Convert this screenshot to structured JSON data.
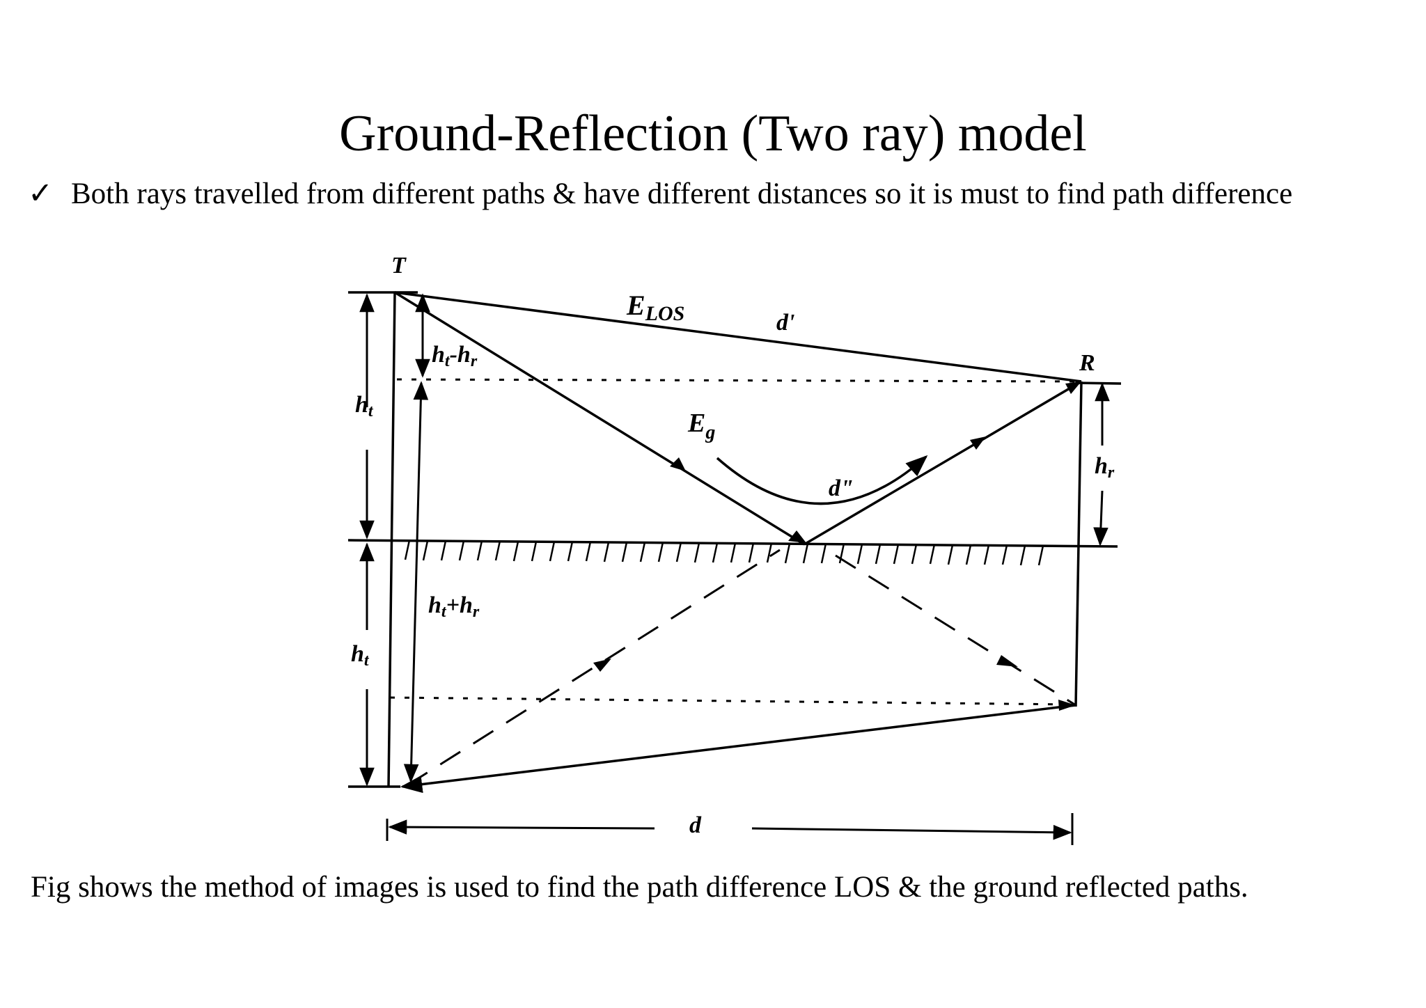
{
  "slide": {
    "title": "Ground-Reflection (Two ray) model",
    "bullet_mark": "✓",
    "bullet_text": "Both rays travelled from different paths & have different distances so it is must to find path difference",
    "caption": "Fig shows the method of images is used to find the path difference  LOS & the ground reflected paths."
  },
  "diagram": {
    "labels": {
      "transmitter": "T",
      "receiver": "R",
      "los_field": "E",
      "los_field_sub": "LOS",
      "los_distance": "d'",
      "ground_field": "E",
      "ground_field_sub": "g",
      "ground_distance": "d\"",
      "ht_minus_hr": "h",
      "ht_minus_hr_sub1": "t",
      "ht_minus_hr_mid": "-h",
      "ht_minus_hr_sub2": "r",
      "ht_plus_hr": "h",
      "ht_plus_hr_sub1": "t",
      "ht_plus_hr_mid": "+h",
      "ht_plus_hr_sub2": "r",
      "ht_upper": "h",
      "ht_upper_sub": "t",
      "ht_lower": "h",
      "ht_lower_sub": "t",
      "hr": "h",
      "hr_sub": "r",
      "separation": "d"
    }
  }
}
